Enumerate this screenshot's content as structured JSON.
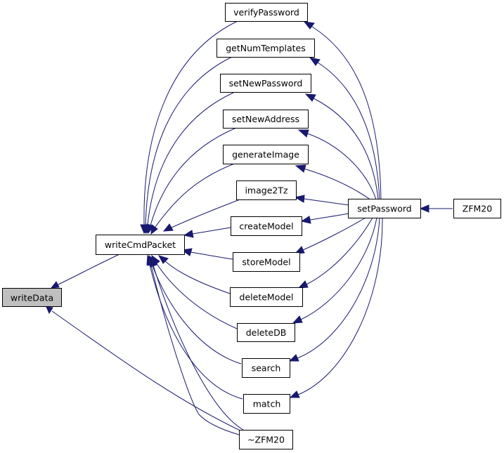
{
  "colors": {
    "edge": "#191970",
    "node_fill": "#ffffff",
    "highlight_fill": "#bfbfbf",
    "border": "#000000"
  },
  "nodes": {
    "writeData": "writeData",
    "writeCmdPacket": "writeCmdPacket",
    "verifyPassword": "verifyPassword",
    "getNumTemplates": "getNumTemplates",
    "setNewPassword": "setNewPassword",
    "setNewAddress": "setNewAddress",
    "generateImage": "generateImage",
    "image2Tz": "image2Tz",
    "createModel": "createModel",
    "storeModel": "storeModel",
    "deleteModel": "deleteModel",
    "deleteDB": "deleteDB",
    "search": "search",
    "match": "match",
    "destructor": "~ZFM20",
    "setPassword": "setPassword",
    "ZFM20": "ZFM20"
  }
}
